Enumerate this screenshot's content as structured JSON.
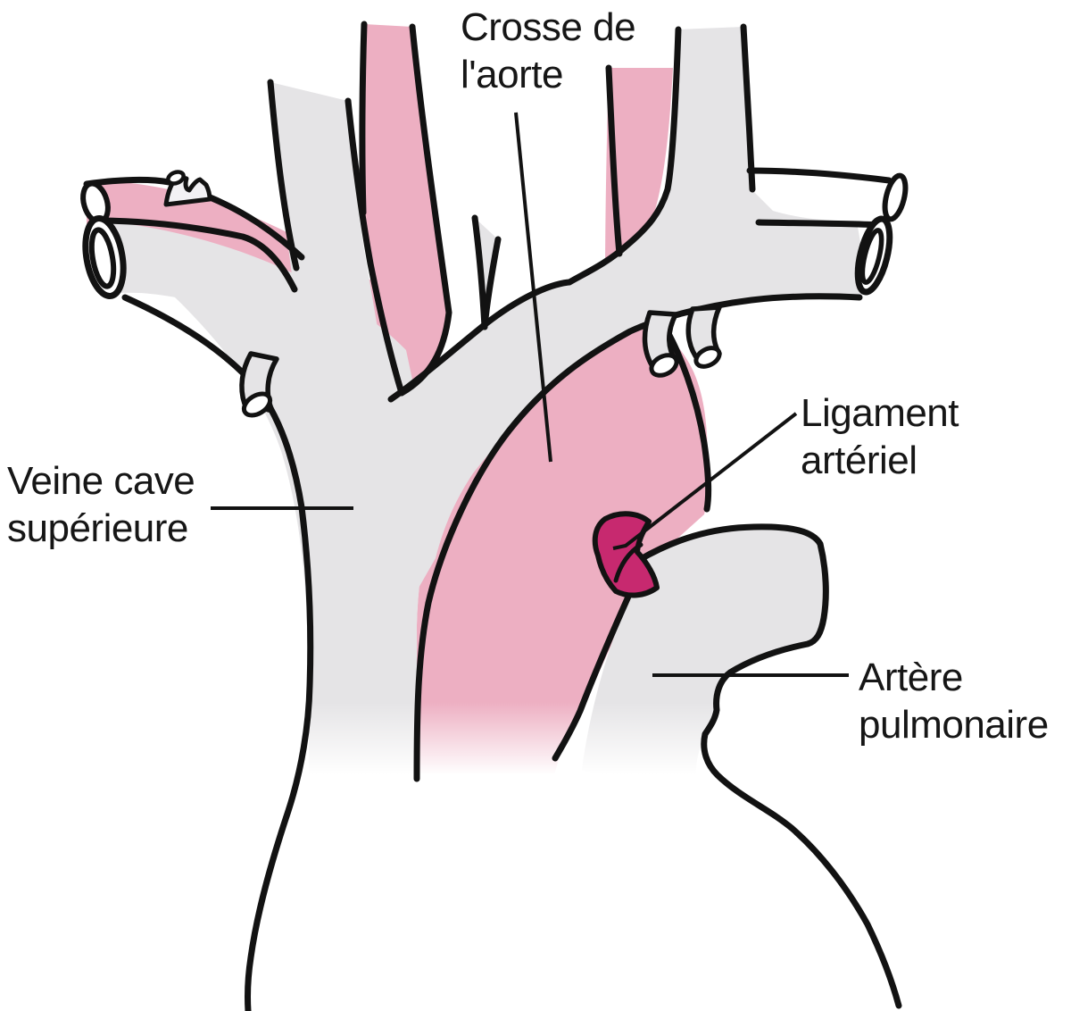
{
  "figure": {
    "title_none": "",
    "labels": {
      "aortic_arch": {
        "line1": "Crosse de",
        "line2": "l'aorte"
      },
      "superior_vena_cava": {
        "line1": "Veine cave",
        "line2": "supérieure"
      },
      "arterial_ligament": {
        "line1": "Ligament",
        "line2": "artériel"
      },
      "pulmonary_artery": {
        "line1": "Artère",
        "line2": "pulmonaire"
      }
    },
    "colors": {
      "artery_pink": "#edafc2",
      "vein_gray": "#e5e4e6",
      "ligament_magenta": "#c7296f",
      "outline_black": "#121212",
      "background": "#ffffff"
    }
  }
}
